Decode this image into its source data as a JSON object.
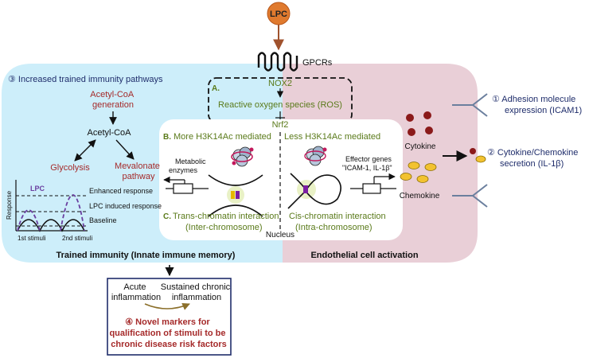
{
  "colors": {
    "accent_blue": "#1f2d6b",
    "accent_red": "#a52a2a",
    "left_panel": "#cdeefa",
    "right_panel": "#e9cfd7",
    "lpc_circle": "#e07a2e",
    "cytokine": "#8b1a1a",
    "chemokine": "#f2c230",
    "dashed_lpc": "#6a3fa0"
  },
  "lpc": "LPC",
  "gpcrs": "GPCRs",
  "pathways_title": "③ Increased trained immunity pathways",
  "acetyl_coa_generation": [
    "Acetyl-CoA",
    "generation"
  ],
  "acetyl_coa": "Acetyl-CoA",
  "glycolysis": "Glycolysis",
  "mevalonate": [
    "Mevalonate",
    "pathway"
  ],
  "enhanced_response": "Enhanced response",
  "lpc_induced_response": "LPC induced response",
  "baseline": "Baseline",
  "response_axis": "Response",
  "lpc_curve_label": "LPC",
  "first_stimuli": "1st stimuli",
  "second_stimuli": "2nd stimuli",
  "trained_immunity": "Trained immunity (Innate immune memory)",
  "endothelial_activation": "Endothelial cell activation",
  "nox2": "NOX2",
  "section_a": "A.",
  "ros": "Reactive oxygen species (ROS)",
  "nrf2": "Nrf2",
  "section_b": "B.",
  "more_h3k14ac": "More H3K14Ac mediated",
  "less_h3k14ac": "Less H3K14Ac mediated",
  "metabolic_enzymes": [
    "Metabolic",
    "enzymes"
  ],
  "effector_genes": [
    "Effector genes",
    "\"ICAM-1, IL-1β\""
  ],
  "section_c": "C.",
  "trans_chromatin": [
    "Trans-chromatin interaction",
    "(Inter-chromosome)"
  ],
  "cis_chromatin": [
    "Cis-chromatin interaction",
    "(Intra-chromosome)"
  ],
  "nucleus": "Nucleus",
  "cytokine_label": "Cytokine",
  "chemokine_label": "Chemokine",
  "adhesion": [
    "① Adhesion molecule",
    "expression (ICAM1)"
  ],
  "cytokine_secretion": [
    "② Cytokine/Chemokine",
    "secretion (IL-1β)"
  ],
  "acute": [
    "Acute",
    "inflammation"
  ],
  "sustained": [
    "Sustained chronic",
    "inflammation"
  ],
  "novel_markers": [
    "④ Novel markers for",
    "qualification of stimuli to be",
    "chronic disease risk factors"
  ]
}
